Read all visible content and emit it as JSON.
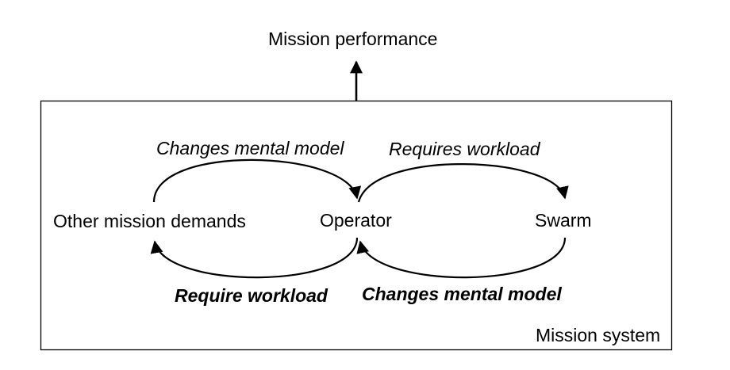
{
  "diagram": {
    "outcome": "Mission performance",
    "system_label": "Mission system",
    "nodes": {
      "other": "Other mission demands",
      "operator": "Operator",
      "swarm": "Swarm"
    },
    "edges": {
      "other_to_operator": "Changes mental model",
      "operator_to_swarm": "Requires workload",
      "operator_to_other": "Require workload",
      "swarm_to_operator": "Changes mental model"
    }
  }
}
